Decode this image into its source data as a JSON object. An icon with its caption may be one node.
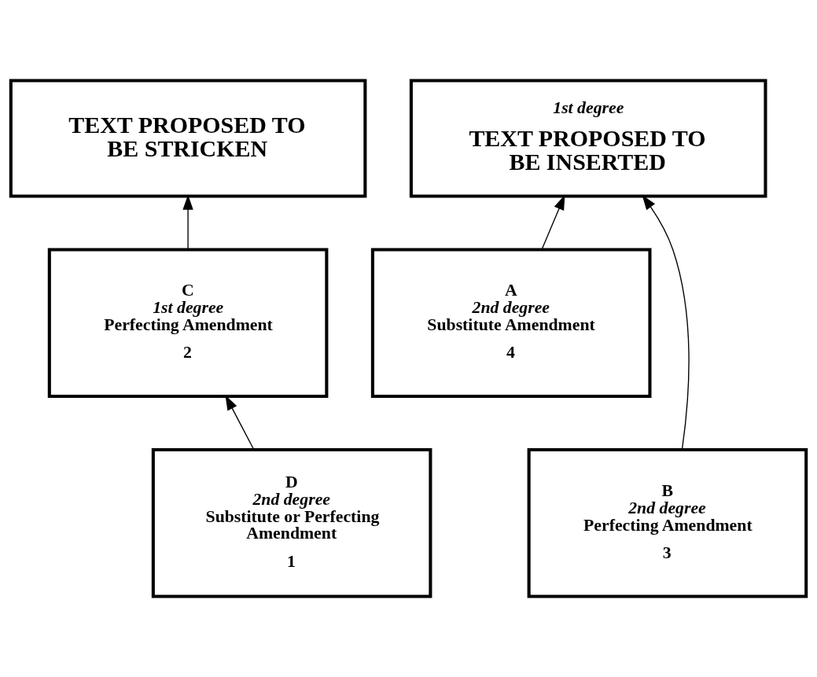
{
  "diagram": {
    "nodes": [
      {
        "text": [
          "TEXT PROPOSED TO BE STRICKEN"
        ]
      },
      {
        "text": [
          "1st degree",
          "TEXT PROPOSED TO BE INSERTED"
        ]
      },
      {
        "text": [
          "C",
          "1st degree",
          "Perfecting Amendment",
          "2"
        ]
      },
      {
        "text": [
          "A",
          "2nd degree",
          "Substitute Amendment",
          "4"
        ]
      },
      {
        "text": [
          "D",
          "2nd degree",
          "Substitute or Perfecting Amendment",
          "1"
        ]
      },
      {
        "text": [
          "B",
          "2nd degree",
          "Perfecting Amendment",
          "3"
        ]
      }
    ],
    "edges": [
      {
        "from": 2,
        "to": 0,
        "arrow": "to"
      },
      {
        "from": 3,
        "to": 1,
        "arrow": "to"
      },
      {
        "from": 4,
        "to": 2,
        "arrow": "to"
      },
      {
        "from": 5,
        "to": 1,
        "arrow": "to"
      }
    ]
  }
}
